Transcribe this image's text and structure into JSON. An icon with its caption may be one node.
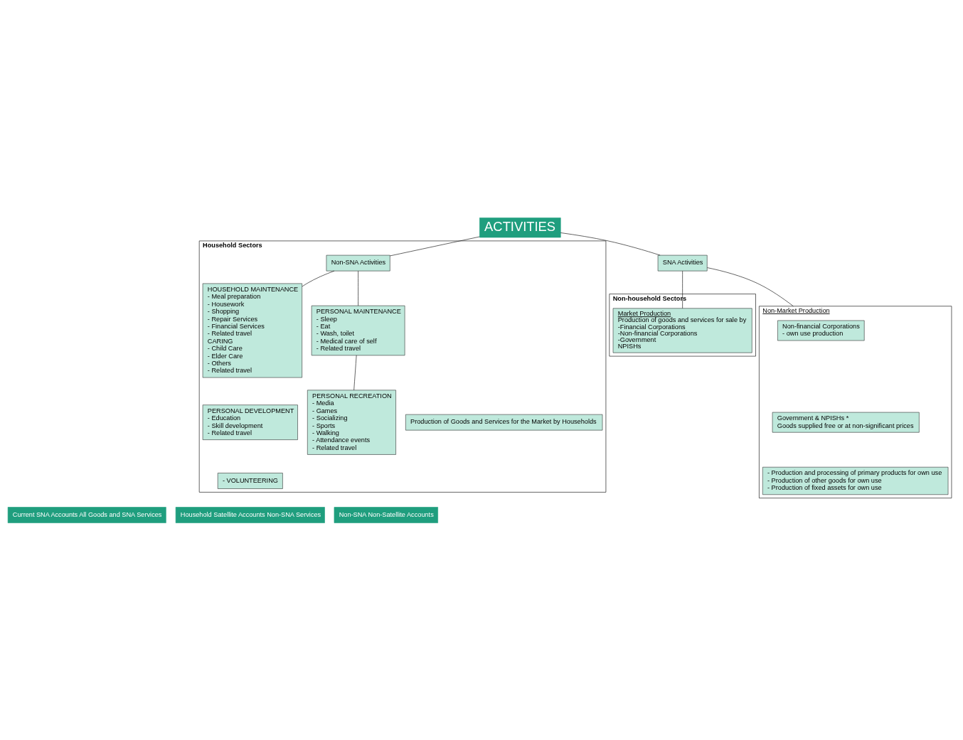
{
  "diagram": {
    "nodes": [
      {
        "text": [
          "ACTIVITIES"
        ]
      },
      {
        "text": [
          "SNA Activities"
        ]
      },
      {
        "text": [
          "Non-household Sectors"
        ]
      },
      {
        "text": [
          "Market Production",
          "Production of goods and services for sale by",
          "-Financial Corporations",
          "-Non-financial Corporations",
          "-Government",
          "NPISHs"
        ],
        "in": 2
      },
      {
        "text": [
          "Non-Market Production"
        ]
      },
      {
        "text": [
          "Non-financial Corporations",
          "- own use production"
        ],
        "in": 4
      },
      {
        "text": [
          "Government & NPISHs *",
          "Goods supplied free or at non-significant prices"
        ],
        "in": 4
      },
      {
        "text": [
          "Household Sectors"
        ]
      },
      {
        "text": [
          "Non-SNA Activities"
        ],
        "in": 7
      },
      {
        "text": [
          "Production of Goods and Services for the Market by Households"
        ],
        "in": 7
      },
      {
        "text": [
          "- Production and processing of primary products for own use",
          "- Production of other goods for own use",
          "- Production of fixed assets for own use"
        ],
        "in": 4
      },
      {
        "text": [
          "HOUSEHOLD MAINTENANCE",
          "- Meal preparation",
          "- Housework",
          "- Shopping",
          "- Repair Services",
          "- Financial Services",
          "- Related travel",
          "CARING",
          "- Child Care",
          "- Elder Care",
          "- Others",
          "- Related travel"
        ],
        "in": 7
      },
      {
        "text": [
          "PERSONAL MAINTENANCE",
          "- Sleep",
          "- Eat",
          "- Wash, toilet",
          "- Medical care of self",
          "- Related travel"
        ],
        "in": 7
      },
      {
        "text": [
          "PERSONAL DEVELOPMENT",
          "- Education",
          "- Skill development",
          "- Related travel"
        ],
        "in": 7
      },
      {
        "text": [
          "- VOLUNTEERING"
        ],
        "in": 7
      },
      {
        "text": [
          "PERSONAL RECREATION",
          "- Media",
          "- Games",
          "- Socializing",
          "- Sports",
          "- Walking",
          "- Attendance events",
          "- Related travel"
        ],
        "in": 7
      },
      {
        "text": [
          "Current SNA Accounts All Goods and SNA Services"
        ]
      },
      {
        "text": [
          "Household Satellite Accounts Non-SNA Services"
        ]
      },
      {
        "text": [
          "Non-SNA Non-Satellite Accounts"
        ]
      }
    ],
    "edges": [
      {
        "from": 0,
        "to": 1,
        "arrow": "none"
      },
      {
        "from": 0,
        "to": 8,
        "arrow": "none"
      },
      {
        "from": 1,
        "to": 3,
        "arrow": "none"
      },
      {
        "from": 1,
        "to": 4,
        "arrow": "none"
      },
      {
        "from": 8,
        "to": 11,
        "arrow": "none"
      },
      {
        "from": 8,
        "to": 12,
        "arrow": "none"
      },
      {
        "from": 12,
        "to": 15,
        "arrow": "none"
      }
    ]
  }
}
